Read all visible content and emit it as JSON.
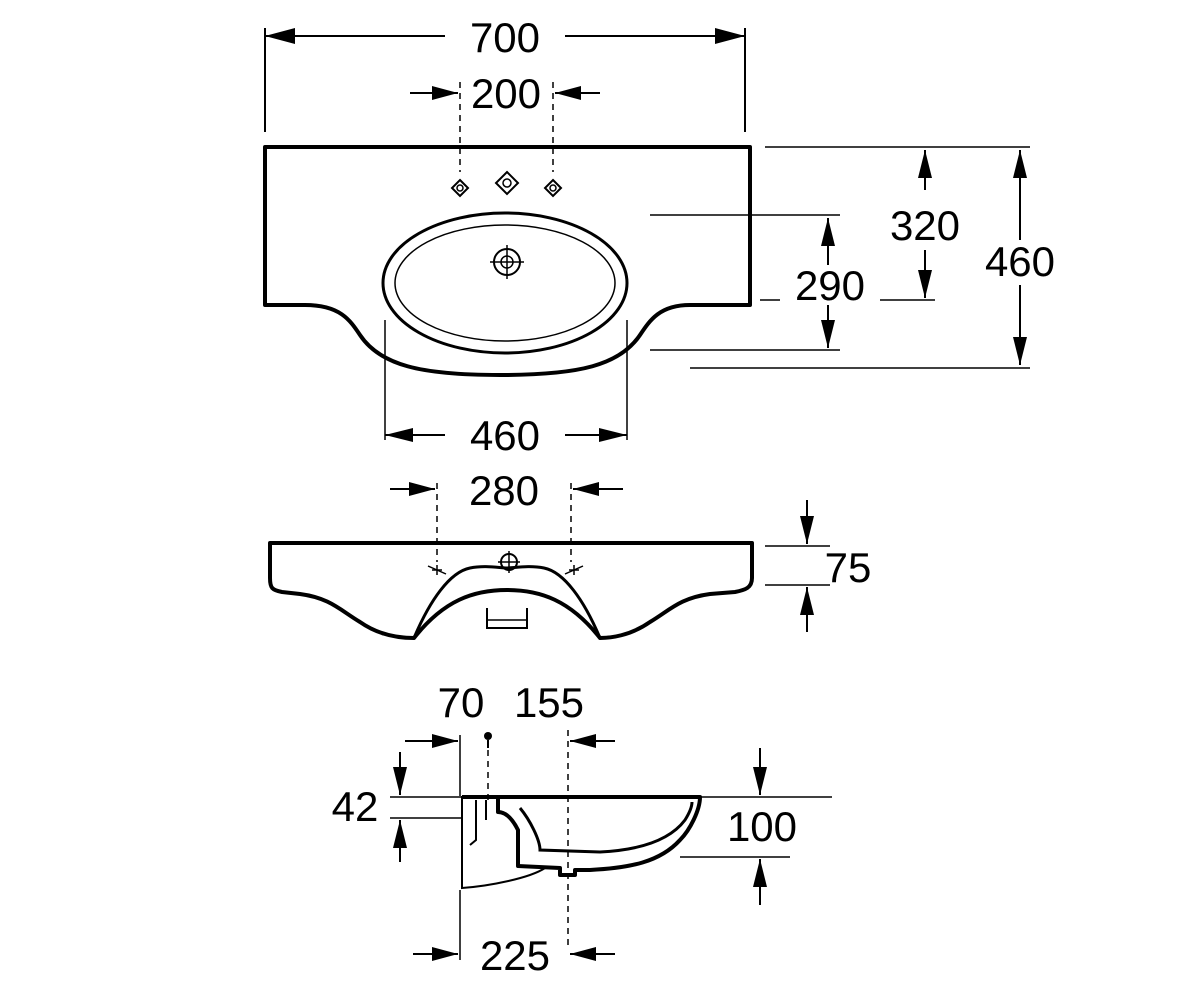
{
  "dimensions": {
    "top_view": {
      "overall_width": "700",
      "tap_hole_spacing": "200",
      "overall_depth": "460",
      "tap_hole_to_front": "320",
      "bowl_depth": "290",
      "bowl_width": "460"
    },
    "front_view": {
      "tap_hole_spacing": "280",
      "deck_thickness": "75"
    },
    "side_view": {
      "wall_to_first": "70",
      "tap_offset": "155",
      "rear_height": "42",
      "bowl_depth": "100",
      "bracket_depth": "225"
    }
  }
}
